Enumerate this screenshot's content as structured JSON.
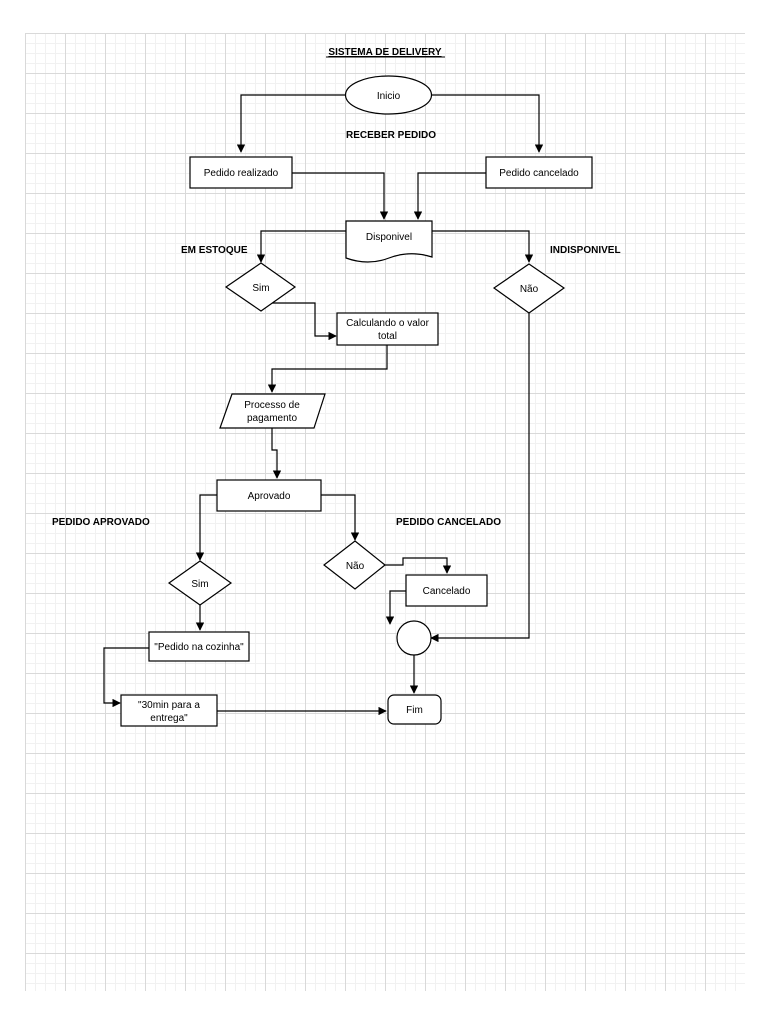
{
  "title": "SISTEMA DE DELIVERY",
  "nodes": {
    "inicio": "Inicio",
    "pedido_realizado": "Pedido realizado",
    "pedido_cancelado": "Pedido cancelado",
    "disponivel": "Disponivel",
    "sim_estoque": "Sim",
    "nao_indisponivel": "Não",
    "calculando_line1": "Calculando o valor",
    "calculando_line2": "total",
    "pagamento_line1": "Processo de",
    "pagamento_line2": "pagamento",
    "aprovado": "Aprovado",
    "sim_aprovado": "Sim",
    "nao_cancelado": "Não",
    "cancelado": "Cancelado",
    "pedido_cozinha": "\"Pedido na cozinha\"",
    "entrega_line1": "\"30min para a",
    "entrega_line2": "entrega\"",
    "fim": "Fim"
  },
  "labels": {
    "receber_pedido": "RECEBER PEDIDO",
    "em_estoque": "EM ESTOQUE",
    "indisponivel": "INDISPONIVEL",
    "pedido_aprovado": "PEDIDO APROVADO",
    "pedido_cancelado": "PEDIDO CANCELADO"
  }
}
